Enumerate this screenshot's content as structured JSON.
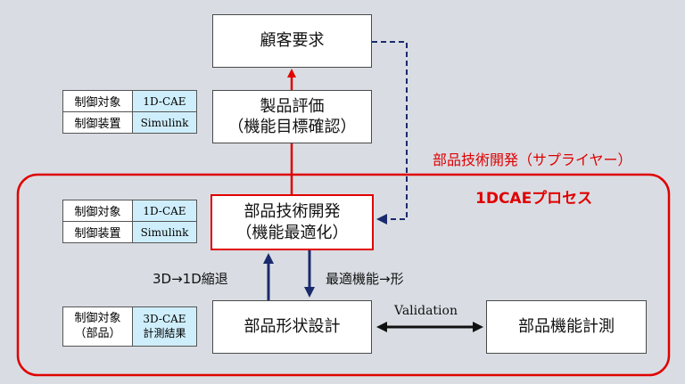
{
  "boxes": {
    "customer": "顧客要求",
    "product_eval_1": "製品評価",
    "product_eval_2": "（機能目標確認）",
    "part_dev_1": "部品技術開発",
    "part_dev_2": "（機能最適化）",
    "shape_design": "部品形状設計",
    "measure": "部品機能計測"
  },
  "labels": {
    "supplier": "部品技術開発（サプライヤー）",
    "process": "1DCAEプロセス",
    "reduce": "3D→1D縮退",
    "optimal": "最適機能→形",
    "validation": "Validation"
  },
  "tables": {
    "t1": {
      "k1": "制御対象",
      "v1": "1D-CAE",
      "k2": "制御装置",
      "v2": "Simulink"
    },
    "t2": {
      "k1": "制御対象",
      "v1": "1D-CAE",
      "k2": "制御装置",
      "v2": "Simulink"
    },
    "t3": {
      "k1a": "制御対象",
      "k1b": "（部品）",
      "v1a": "3D-CAE",
      "v1b": "計測結果"
    }
  },
  "colors": {
    "red": "#e00000",
    "navy": "#1a2a6c",
    "black": "#111111",
    "cell": "#cfeefc"
  }
}
